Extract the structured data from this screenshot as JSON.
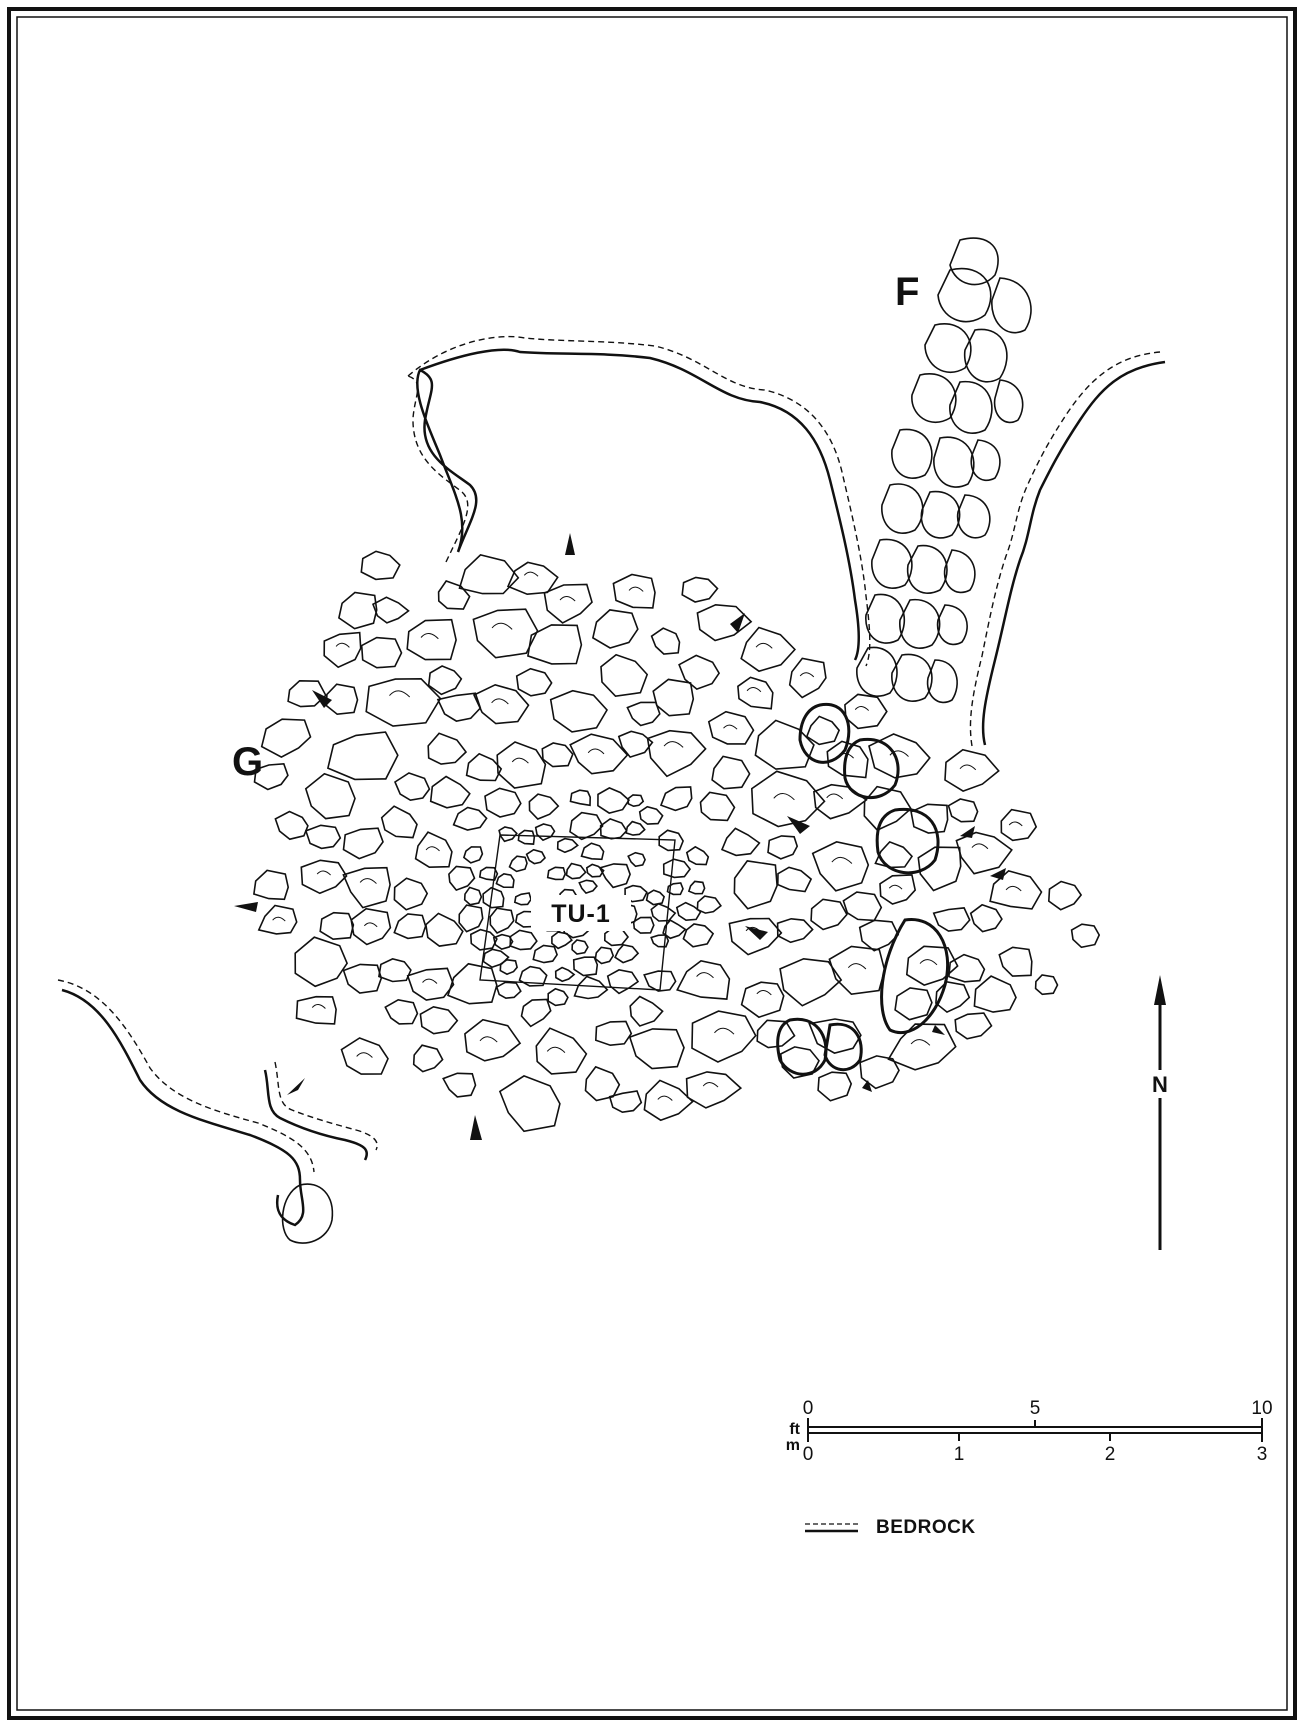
{
  "labels": {
    "feature_f": "F",
    "feature_g": "G",
    "test_unit": "TU-1"
  },
  "north_arrow": {
    "label": "N"
  },
  "scale_bar": {
    "ft_unit": "ft",
    "m_unit": "m",
    "ft_ticks": [
      "0",
      "5",
      "10"
    ],
    "m_ticks": [
      "0",
      "1",
      "2",
      "3"
    ]
  },
  "legend": {
    "bedrock_label": "BEDROCK",
    "bedrock_symbol": "hatched-line"
  },
  "colors": {
    "ink": "#111111",
    "paper": "#ffffff"
  }
}
